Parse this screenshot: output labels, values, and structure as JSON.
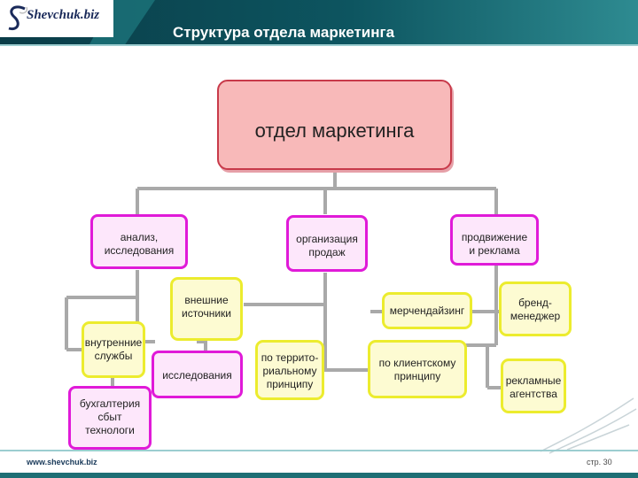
{
  "header": {
    "logo_text": "Shevchuk.biz",
    "title": "Структура отдела маркетинга"
  },
  "footer": {
    "url": "www.shevchuk.biz",
    "page": "стр. 30"
  },
  "colors": {
    "header_dark": "#0a3c47",
    "header_teal": "#2e8b91",
    "main_fill": "#f8b9b9",
    "main_border": "#c83a4a",
    "level2_border": "#e01ad8",
    "level2_fill": "#fde7fb",
    "level3_border": "#ecec2e",
    "level3_fill": "#fdfbd2",
    "connector": "#8a8a8a"
  },
  "diagram": {
    "root": "отдел маркетинга",
    "departments": [
      {
        "lines": [
          "анализ,",
          "исследования"
        ]
      },
      {
        "lines": [
          "организация",
          "продаж"
        ]
      },
      {
        "lines": [
          "продвижение",
          "и реклама"
        ]
      }
    ],
    "analysis_units": [
      {
        "lines": [
          "внешние",
          "источники"
        ]
      },
      {
        "lines": [
          "внутренние",
          "службы"
        ]
      },
      {
        "lines": [
          "исследования"
        ]
      },
      {
        "lines": [
          "бухгалтерия",
          "сбыт",
          "технологи"
        ]
      }
    ],
    "sales_units": [
      {
        "lines": [
          "по террито-",
          "риальному",
          "принципу"
        ]
      },
      {
        "lines": [
          "по клиентскому",
          "принципу"
        ]
      }
    ],
    "promotion_units": [
      {
        "lines": [
          "мерчендайзинг"
        ]
      },
      {
        "lines": [
          "бренд-",
          "менеджер"
        ]
      },
      {
        "lines": [
          "рекламные",
          "агентства"
        ]
      }
    ]
  }
}
